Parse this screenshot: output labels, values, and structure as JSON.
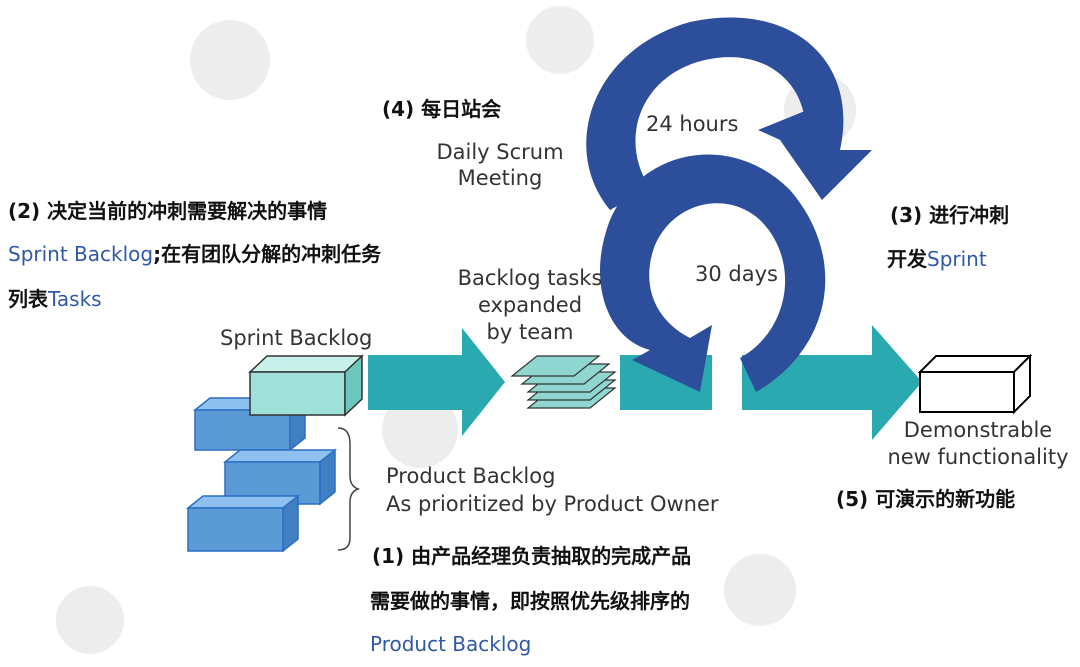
{
  "labels": {
    "step4_title": "(4) 每日站会",
    "daily_scrum": "Daily Scrum",
    "meeting": "Meeting",
    "hours": "24 hours",
    "days": "30 days",
    "step2_title": "(2) 决定当前的冲刺需要解决的事情",
    "sprint_backlog_blue": "Sprint Backlog",
    "step2_line2_rest": ";在有团队分解的冲刺任务",
    "step2_line3_prefix": "列表",
    "tasks_blue": "Tasks",
    "sprint_backlog": "Sprint Backlog",
    "backlog_tasks_1": "Backlog tasks",
    "backlog_tasks_2": "expanded",
    "backlog_tasks_3": "by team",
    "step3_title": "(3) 进行冲刺",
    "step3_line2_prefix": "开发",
    "sprint_blue": "Sprint",
    "product_backlog_1": "Product Backlog",
    "product_backlog_2": "As prioritized by Product Owner",
    "demonstrable": "Demonstrable",
    "new_functionality": "new functionality",
    "step5_title": "(5) 可演示的新功能",
    "step1_line1": "(1) 由产品经理负责抽取的完成产品",
    "step1_line2": "需要做的事情，即按照优先级排序的",
    "product_backlog_blue": "Product Backlog"
  },
  "colors": {
    "teal_arrow": "#2aa9b0",
    "cycle_blue": "#2d4f9b",
    "box_blue": "#5b9bd5",
    "box_teal": "#9fe0d8",
    "accent_text": "#2f59a7"
  }
}
